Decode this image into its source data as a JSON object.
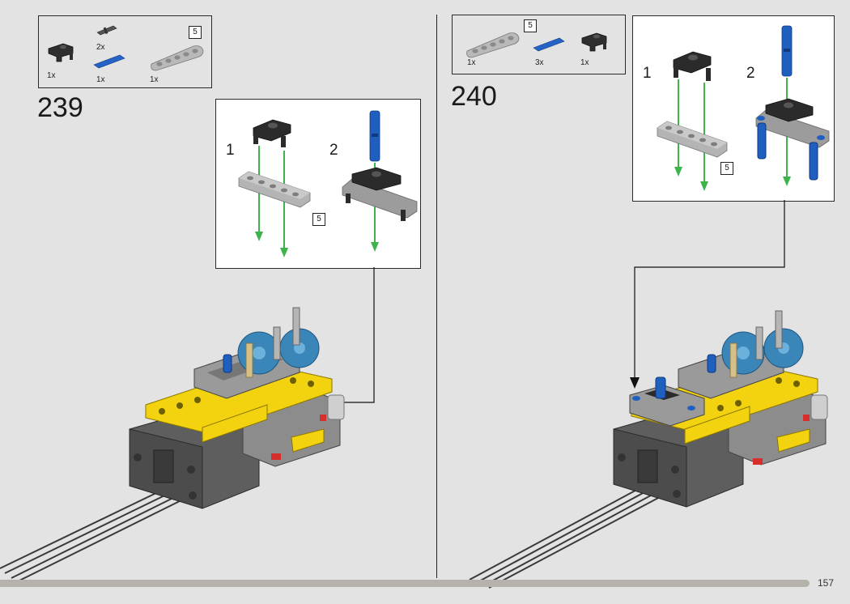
{
  "page": {
    "number": "157"
  },
  "step239": {
    "number": "239",
    "parts": [
      {
        "name": "black-lift-arm-bent",
        "qty": "1x"
      },
      {
        "name": "dark-gray-pin",
        "qty": "2x"
      },
      {
        "name": "blue-axle-pin",
        "qty": "1x"
      },
      {
        "name": "light-gray-beam-5",
        "qty": "1x",
        "ref": "5"
      }
    ],
    "subassembly": {
      "step1": "1",
      "step2": "2",
      "beam_ref": "5"
    }
  },
  "step240": {
    "number": "240",
    "parts": [
      {
        "name": "light-gray-beam-5",
        "qty": "1x",
        "ref": "5"
      },
      {
        "name": "blue-axle-pin",
        "qty": "3x"
      },
      {
        "name": "black-lift-arm-bent",
        "qty": "1x"
      }
    ],
    "subassembly": {
      "step1": "1",
      "step2": "2",
      "beam_ref": "5"
    }
  },
  "colors": {
    "background": "#e3e3e3",
    "yellow": "#f3d20f",
    "blue": "#1f5fbf",
    "dark_gray": "#5b5b5b",
    "light_gray": "#a8a8a8",
    "black": "#2a2a2a",
    "green_arrow": "#3cb44b",
    "teal_gear": "#3a86b8"
  }
}
